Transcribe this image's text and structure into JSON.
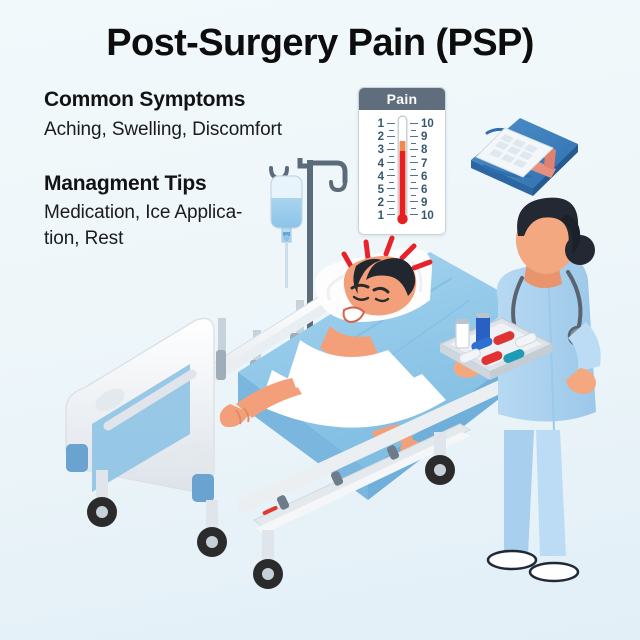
{
  "poster": {
    "title": "Post-Surgery Pain (PSP)",
    "background_color": "#eef6fa"
  },
  "sections": [
    {
      "heading": "Common Symptoms",
      "body": "Aching, Swelling, Discomfort"
    },
    {
      "heading": "Managment Tips",
      "body": "Medication, Ice Applica-\ntion, Rest"
    }
  ],
  "pain_scale": {
    "header_label": "Pain",
    "header_color": "#5f6d7c",
    "left_numbers": "1\n2\n3\n4\n4\n5\n2\n1",
    "right_numbers": "10\n9\n8\n7\n6\n6\n9\n10",
    "fill_color": "#e81f1f",
    "transition_color": "#f08a4b",
    "fill_level_percent": 78
  },
  "illustration": {
    "bed": {
      "name": "hospital-bed",
      "frame_color": "#f4f6f8",
      "blanket_color": "#93c9ea",
      "panel_color": "#8ec3e4",
      "caster_color": "#2b2b2b"
    },
    "patient": {
      "name": "patient-in-pain",
      "skin_color": "#f3a07a",
      "hair_color": "#22262e",
      "gown_color": "#ffffff",
      "pain_lines_color": "#e8222a"
    },
    "nurse": {
      "name": "nurse",
      "scrubs_color": "#a8cfee",
      "skin_color": "#f3a87f",
      "hair_color": "#232833",
      "shoe_color": "#ffffff",
      "stethoscope_color": "#5a6470"
    },
    "iv_stand": {
      "name": "iv-drip-stand",
      "pole_color": "#5c6b7a",
      "fluid_color": "#aed6ef"
    },
    "med_kit": {
      "name": "medical-kit",
      "case_color": "#3d7fbf",
      "pill_pack_color": "#f0f4f8",
      "bandage_color": "#e8907f"
    },
    "med_tray": {
      "name": "medication-tray",
      "tray_color": "#dde3e8",
      "vial_white": "#ffffff",
      "vial_blue": "#2a5fc4",
      "pill_red": "#e03434",
      "pill_blue": "#2f6fd0",
      "pill_teal": "#1f9bb5"
    }
  }
}
